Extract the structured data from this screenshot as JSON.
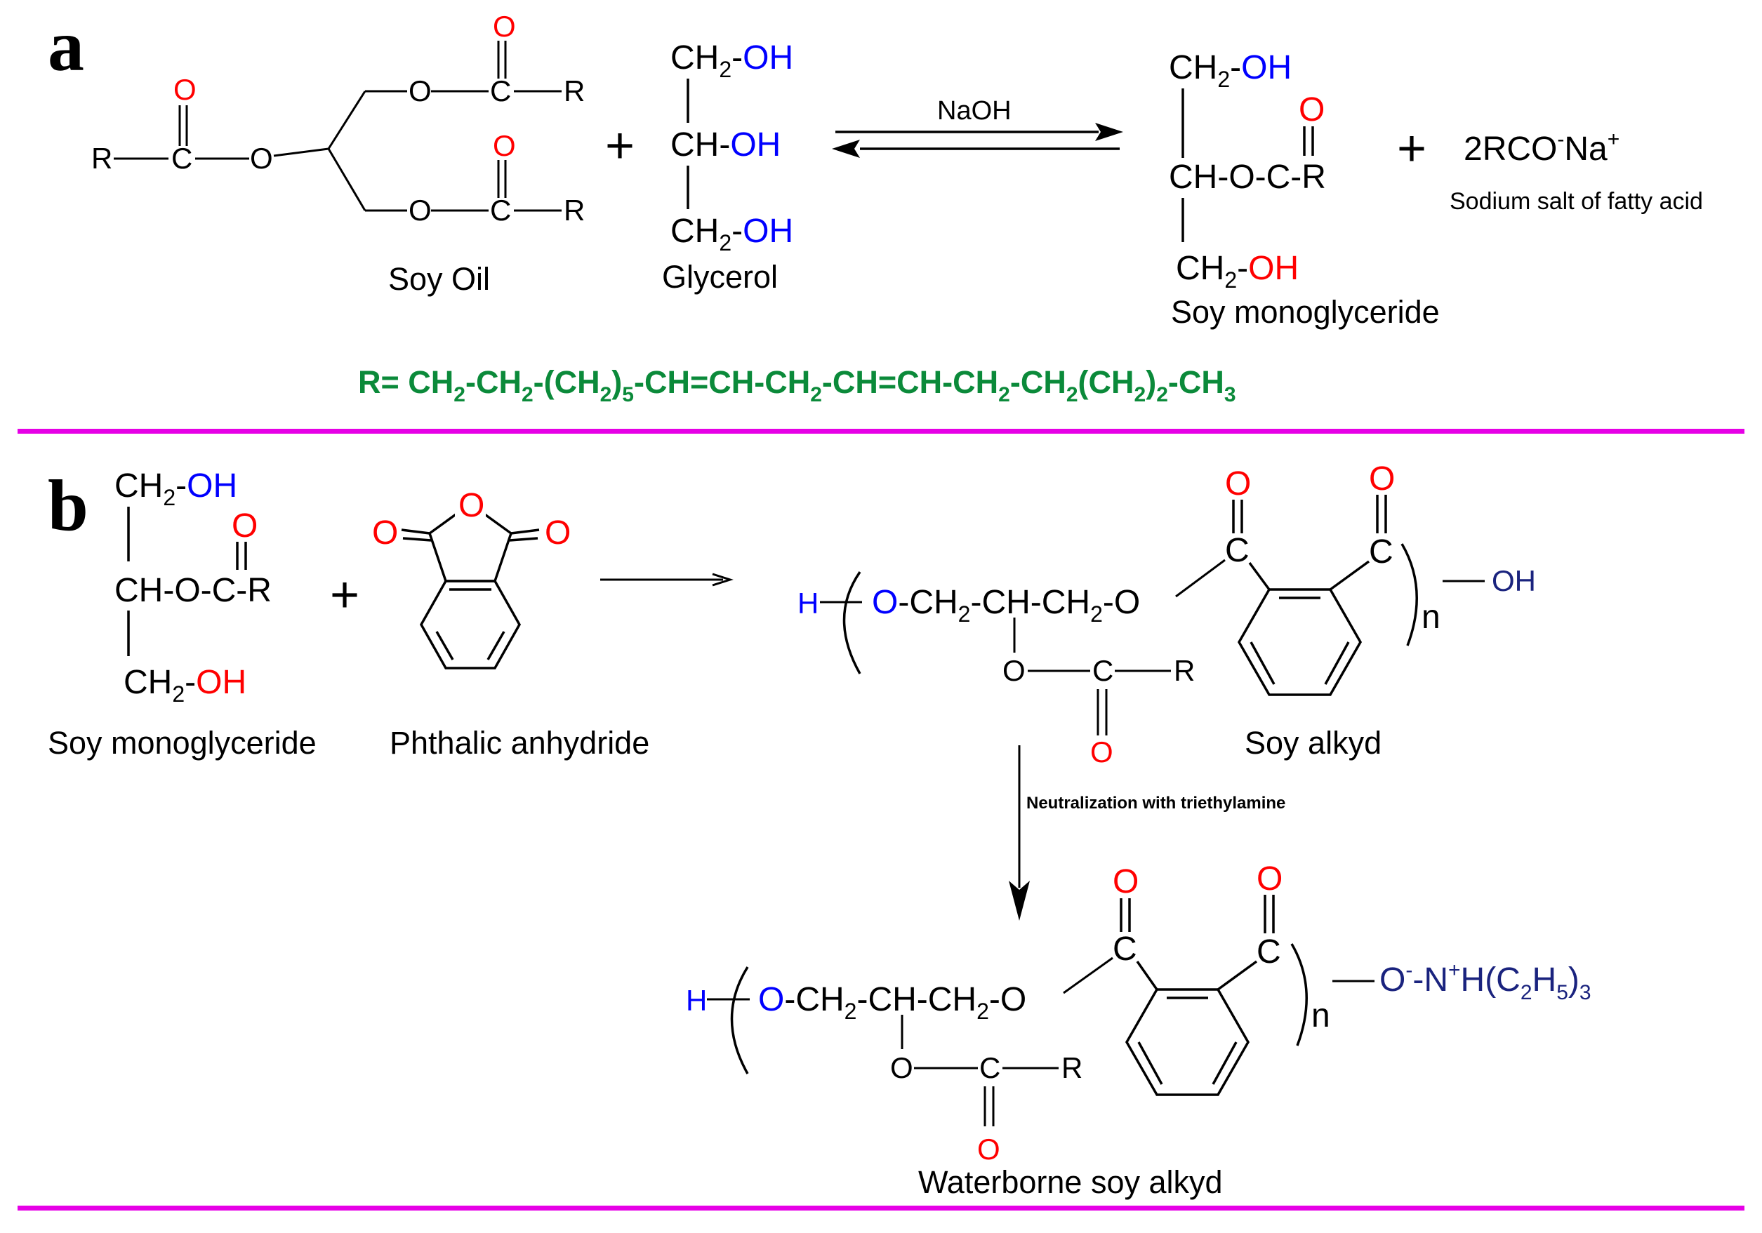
{
  "colors": {
    "black": "#000000",
    "oxygen": "#ff0000",
    "hydroxyl": "#0000ff",
    "navy": "#1a237e",
    "green": "#0b8a3a",
    "divider": "#e600e6"
  },
  "panel_a": {
    "label": "a",
    "R": "R",
    "C": "C",
    "O": "O",
    "plus": "+",
    "ch2": "CH",
    "sub2": "2",
    "dash_oh": "-",
    "oh": "OH",
    "ch_oh": "CH-",
    "catalyst": "NaOH",
    "mono_ch_o_c_r": "CH-O-C-R",
    "salt_main": "2RCO",
    "salt_minus": "-",
    "salt_na": "Na",
    "salt_plus": "+",
    "soy_oil_label": "Soy Oil",
    "glycerol_label": "Glycerol",
    "soy_mono_label": "Soy monoglyceride",
    "salt_label": "Sodium salt of fatty acid"
  },
  "r_formula": {
    "prefix": "R= CH",
    "s1": "2",
    "p2": "-CH",
    "s2": "2",
    "p3": "-(CH",
    "s3": "2",
    "p4": ")",
    "s4": "5",
    "p5": "-CH=CH-CH",
    "s5": "2",
    "p6": "-CH=CH-CH",
    "s6": "2",
    "p7": "-CH",
    "s7": "2",
    "p8": "(CH",
    "s8": "2",
    "p9": ")",
    "s9": "2",
    "p10": "-CH",
    "s10": "3"
  },
  "panel_b": {
    "label": "b",
    "ch2": "CH",
    "sub2": "2",
    "dash": "-",
    "oh": "OH",
    "O": "O",
    "C": "C",
    "R": "R",
    "H": "H",
    "n": "n",
    "plus": "+",
    "mono_ch_o_c_r": "CH-O-C-R",
    "backbone_ch2a": "-CH",
    "backbone_mid": "-CH-CH",
    "backbone_o": "-O",
    "end_oh": "OH",
    "end_o": "O",
    "end_minus": "-",
    "end_n": "-N",
    "end_plus": "+",
    "end_h": "H(C",
    "end_2": "2",
    "end_h5": "H",
    "end_5": "5",
    "end_close": ")",
    "end_3": "3",
    "arrow_label": "Neutralization with triethylamine",
    "soy_mono_label": "Soy monoglyceride",
    "phthalic_label": "Phthalic anhydride",
    "soy_alkyd_label": "Soy alkyd",
    "waterborne_label": "Waterborne soy alkyd"
  }
}
